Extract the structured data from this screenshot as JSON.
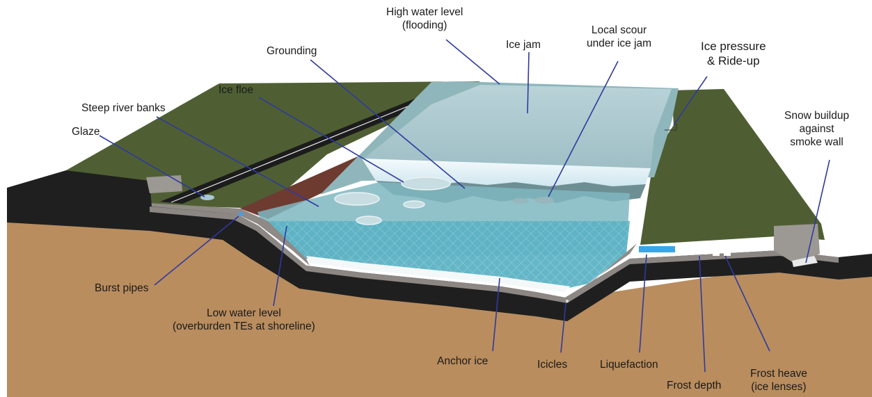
{
  "labels": {
    "high_water_level": [
      "High water level",
      "(flooding)"
    ],
    "ice_jam": "Ice jam",
    "local_scour": [
      "Local scour",
      "under ice jam"
    ],
    "ice_pressure": [
      "Ice pressure",
      "& Ride-up"
    ],
    "grounding": "Grounding",
    "ice_floe": "Ice floe",
    "steep_river_banks": "Steep river banks",
    "glaze": "Glaze",
    "snow_buildup": [
      "Snow buildup",
      "against",
      "smoke wall"
    ],
    "burst_pipes": "Burst pipes",
    "low_water_level": [
      "Low water level",
      "(overburden TEs at shoreline)"
    ],
    "anchor_ice": "Anchor ice",
    "icicles": "Icicles",
    "liquefaction": "Liquefaction",
    "frost_depth": "Frost depth",
    "frost_heave": [
      "Frost heave",
      "(ice lenses)"
    ]
  },
  "colors": {
    "grass": "#4e5e32",
    "soil": "#b98d5e",
    "asphalt": "#1f1f1f",
    "concrete": "#8f8a86",
    "water": "#5aaec0",
    "ice": "#d6e8ec",
    "leader": "#2e3a9e"
  }
}
